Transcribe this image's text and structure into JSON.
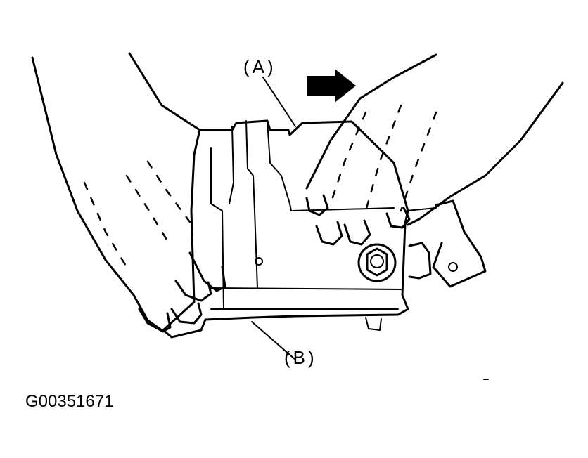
{
  "callouts": {
    "a": "(A)",
    "b": "(B)"
  },
  "figure_id": "G00351671",
  "icons": {
    "direction_arrow": "right-arrow-icon"
  },
  "colors": {
    "line": "#000000",
    "background": "#ffffff"
  }
}
